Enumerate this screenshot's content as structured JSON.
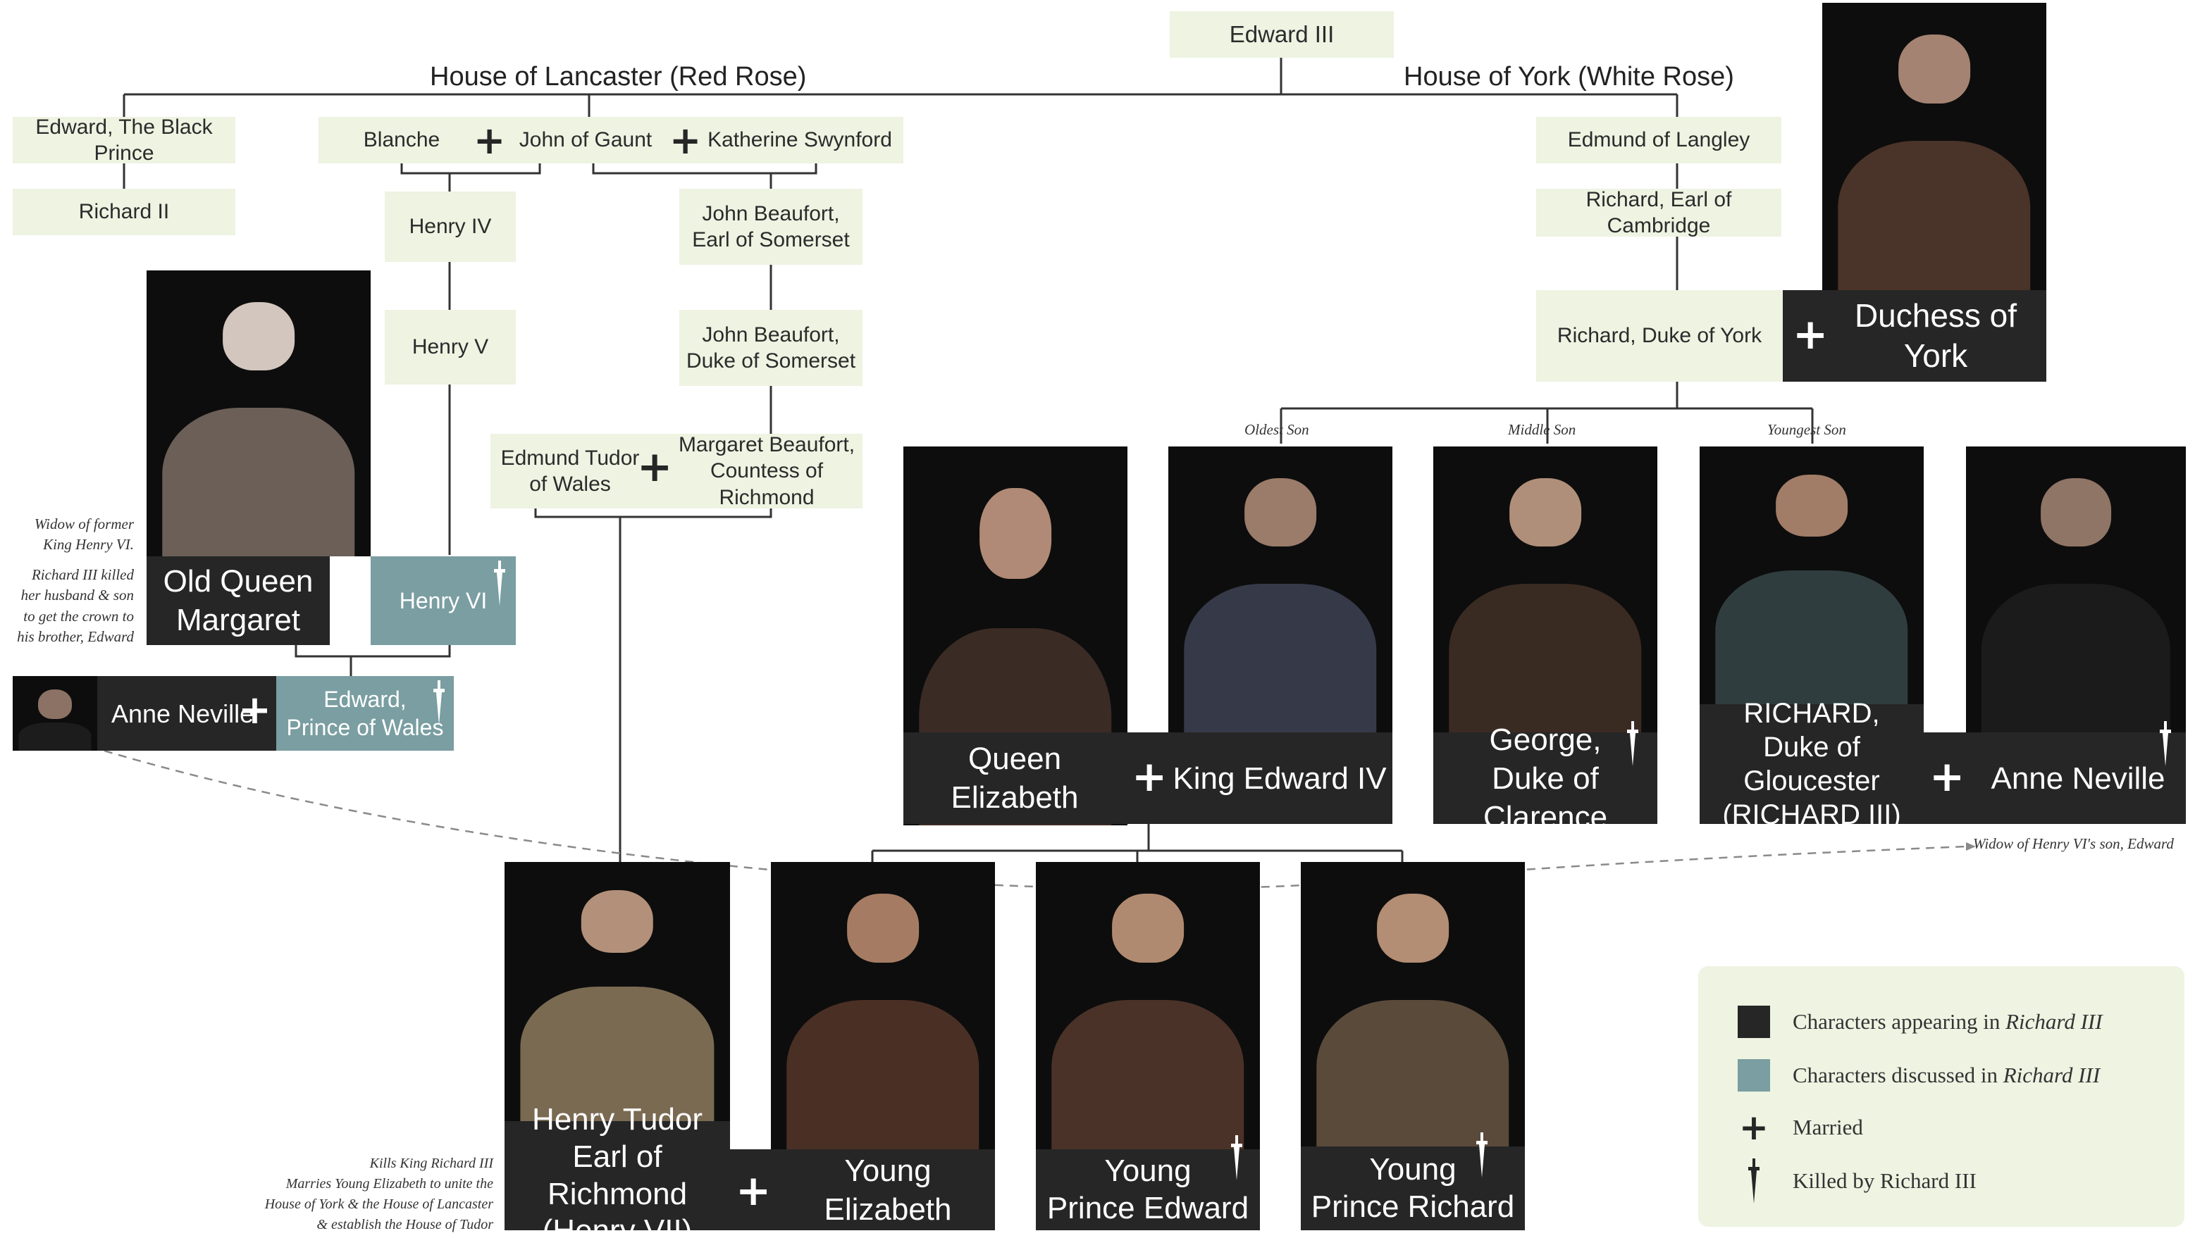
{
  "houses": {
    "lancaster": "House of Lancaster (Red Rose)",
    "york": "House of York (White Rose)"
  },
  "people": {
    "edward_iii": "Edward III",
    "black_prince": "Edward, The Black Prince",
    "richard_ii": "Richard II",
    "blanche": "Blanche",
    "john_of_gaunt": "John of Gaunt",
    "katherine": "Katherine Swynford",
    "henry_iv": "Henry IV",
    "henry_v": "Henry V",
    "beaufort_earl": "John Beaufort,\nEarl of Somerset",
    "beaufort_duke": "John Beaufort,\nDuke of Somerset",
    "edmund_tudor": "Edmund Tudor\nof Wales",
    "margaret_beaufort": "Margaret Beaufort,\nCountess of Richmond",
    "edmund_langley": "Edmund of Langley",
    "richard_cambridge": "Richard, Earl of Cambridge",
    "richard_york": "Richard, Duke of York",
    "duchess_york": "Duchess of York",
    "old_queen_margaret": "Old Queen\nMargaret",
    "henry_vi": "Henry VI",
    "anne_neville_left": "Anne Neville",
    "edward_prince_wales": "Edward,\nPrince of Wales",
    "queen_elizabeth": "Queen Elizabeth",
    "king_edward_iv": "King Edward IV",
    "george_clarence": "George,\nDuke of Clarence",
    "richard_iii": "RICHARD,\nDuke of Gloucester\n(RICHARD III)",
    "anne_neville_right": "Anne Neville",
    "henry_tudor": "Henry Tudor\nEarl of Richmond\n(Henry VII)",
    "young_elizabeth": "Young Elizabeth",
    "young_prince_edward": "Young\nPrince Edward",
    "young_prince_richard": "Young\nPrince Richard"
  },
  "son_labels": {
    "oldest": "Oldest Son",
    "middle": "Middle Son",
    "youngest": "Youngest Son"
  },
  "notes": {
    "margaret_widow": "Widow of former\nKing Henry VI.",
    "margaret_killed": "Richard III killed\nher husband & son\nto get the crown to\nhis brother, Edward",
    "anne_widow": "Widow of Henry VI's son, Edward",
    "henry_tudor": "Kills King Richard III\nMarries Young Elizabeth to unite the\nHouse of York & the House of Lancaster\n& establish the House of Tudor"
  },
  "legend": {
    "appearing_prefix": "Characters appearing in ",
    "discussed_prefix": "Characters discussed in ",
    "play_title": "Richard III",
    "married": "Married",
    "killed": "Killed by Richard III"
  },
  "colors": {
    "pale_node": "#eef3e2",
    "dark_node": "#262626",
    "teal_node": "#7a9ea1",
    "line": "#333333",
    "dashed_line": "#8a8a8a"
  },
  "icons": {
    "married": "plus-icon",
    "killed": "dagger-icon"
  }
}
